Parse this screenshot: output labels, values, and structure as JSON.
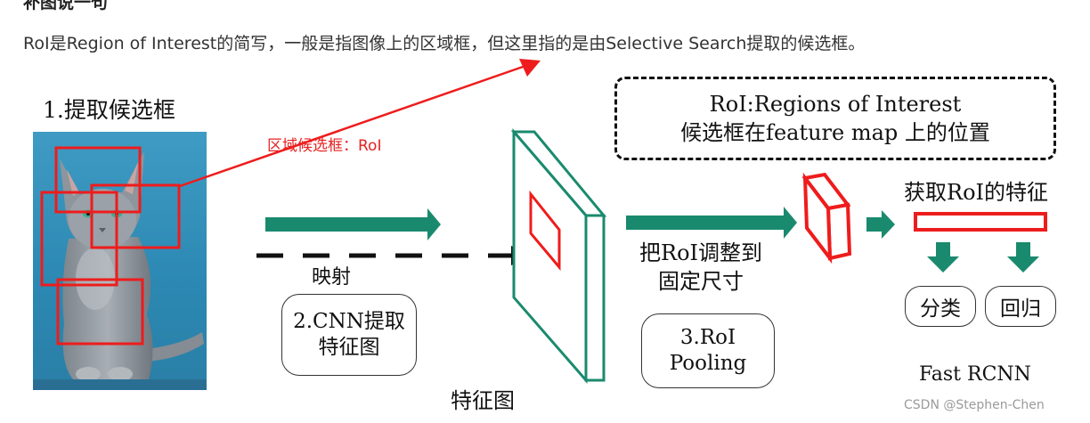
{
  "heading": {
    "cropped_text": "补图说一句"
  },
  "intro": {
    "text": "RoI是Region of Interest的简写，一般是指图像上的区域框，但这里指的是由Selective Search提取的候选框。"
  },
  "diagram": {
    "step1_label": "1.提取候选框",
    "region_candidate_label": "区域候选框：RoI",
    "mapping_label": "映射",
    "step2": {
      "line1": "2.CNN提取",
      "line2": "特征图"
    },
    "feature_map_label": "特征图",
    "roi_small_label": "RoI",
    "adjust": {
      "line1": "把RoI调整到",
      "line2": "固定尺寸"
    },
    "step3": {
      "line1": "3.RoI",
      "line2": "Pooling"
    },
    "roi_definition": {
      "line1": "RoI:Regions of Interest",
      "line2": "候选框在feature map 上的位置"
    },
    "feature_extract_label": "获取RoI的特征",
    "classify_label": "分类",
    "regress_label": "回归",
    "model_name": "Fast RCNN"
  },
  "watermark": "CSDN @Stephen-Chen",
  "colors": {
    "teal": "#1a8a6e",
    "red": "#ee1c1c",
    "roi_text_red": "#e82020",
    "text": "#333333"
  }
}
